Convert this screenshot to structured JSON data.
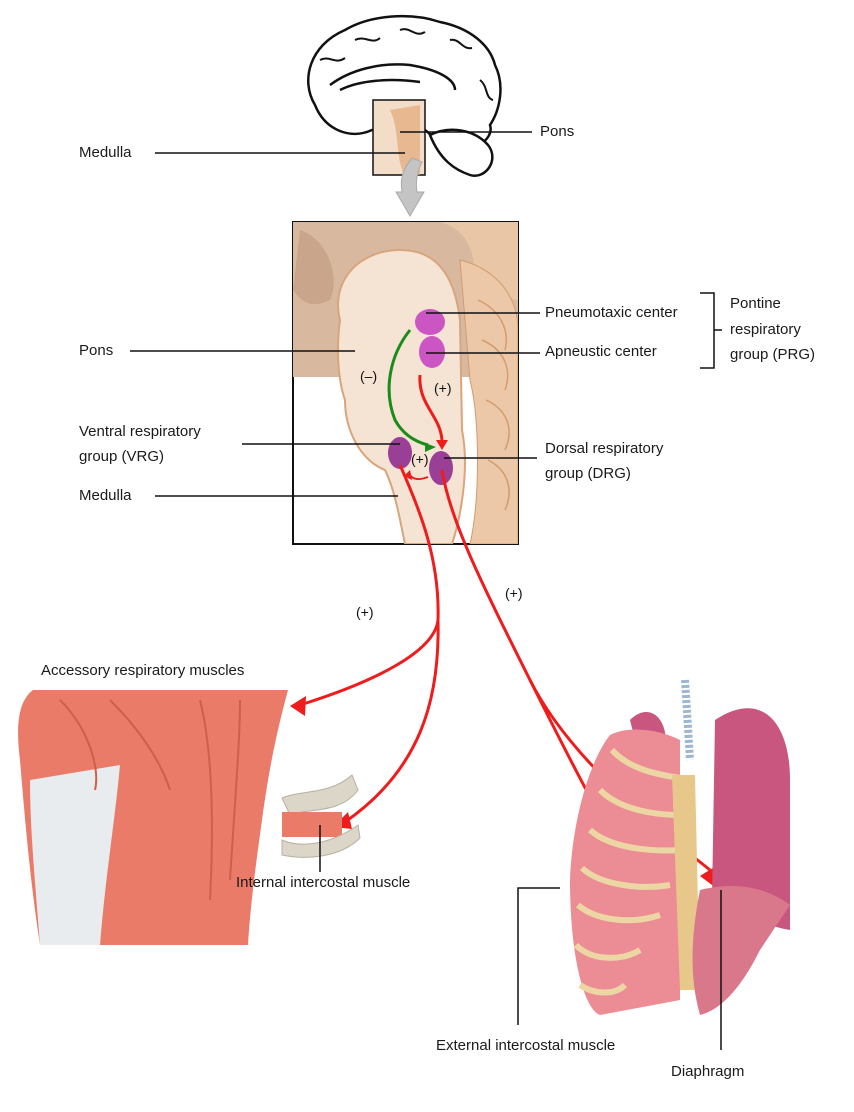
{
  "labels": {
    "medulla_top": "Medulla",
    "pons_top": "Pons",
    "pons": "Pons",
    "pneumotaxic": "Pneumotaxic center",
    "apneustic": "Apneustic center",
    "prg_line1": "Pontine",
    "prg_line2": "respiratory",
    "prg_line3": "group (PRG)",
    "vrg_line1": "Ventral respiratory",
    "vrg_line2": "group (VRG)",
    "drg_line1": "Dorsal respiratory",
    "drg_line2": "group (DRG)",
    "medulla": "Medulla",
    "accessory": "Accessory respiratory muscles",
    "internal": "Internal intercostal muscle",
    "external": "External intercostal muscle",
    "diaphragm": "Diaphragm"
  },
  "signs": {
    "inhibit": "(–)",
    "excite_apneustic": "(+)",
    "excite_drg_vrg": "(+)",
    "excite_vrg_out": "(+)",
    "excite_drg_out": "(+)"
  },
  "colors": {
    "excitatory": "#ee1c1c",
    "inhibitory": "#1a8c1a",
    "prg_nuclei": "#cc55c4",
    "medullary_nuclei": "#9a3f96",
    "brainstem": "#f5e3d4",
    "cerebellum": "#e9c6a6",
    "muscle": "#e97b68",
    "lung": "#c9567f"
  }
}
